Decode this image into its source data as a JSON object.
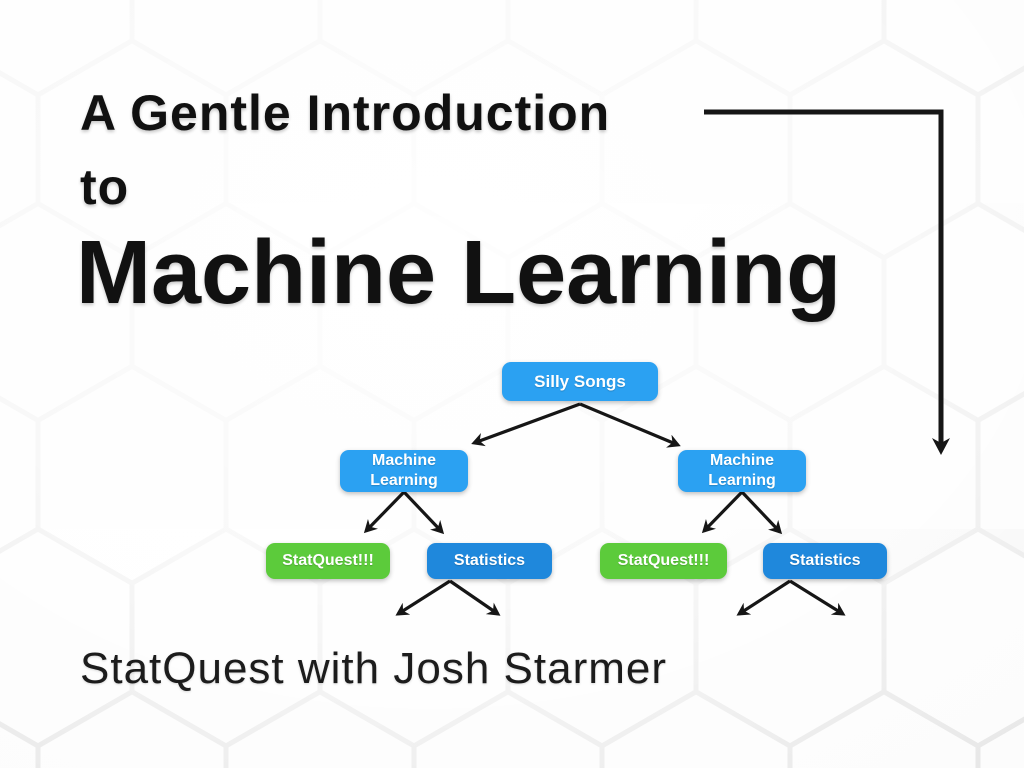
{
  "slide": {
    "title_line1": "A Gentle Introduction",
    "title_line2": "to",
    "title_line3": "Machine Learning",
    "credit": "StatQuest with Josh Starmer"
  },
  "colors": {
    "title_text": "#111111",
    "arrow": "#161616",
    "node_blue": "#2BA1F2",
    "node_blue_dark": "#1F88DC",
    "node_green": "#5CCB3B",
    "node_text": "#ffffff",
    "hexagon_line": "#e6e6e6",
    "background": "#fafafa"
  },
  "diagram": {
    "nodes": [
      {
        "id": "silly-songs",
        "label": "Silly Songs",
        "color": "#2BA1F2"
      },
      {
        "id": "machine-learning-left",
        "label": "Machine Learning",
        "color": "#2BA1F2"
      },
      {
        "id": "machine-learning-right",
        "label": "Machine Learning",
        "color": "#2BA1F2"
      },
      {
        "id": "statquest-left",
        "label": "StatQuest!!!",
        "color": "#5CCB3B"
      },
      {
        "id": "statistics-left",
        "label": "Statistics",
        "color": "#1F88DC"
      },
      {
        "id": "statquest-right",
        "label": "StatQuest!!!",
        "color": "#5CCB3B"
      },
      {
        "id": "statistics-right",
        "label": "Statistics",
        "color": "#1F88DC"
      }
    ],
    "edges": [
      {
        "from": "silly-songs",
        "to": "machine-learning-left"
      },
      {
        "from": "silly-songs",
        "to": "machine-learning-right"
      },
      {
        "from": "machine-learning-left",
        "to": "statquest-left"
      },
      {
        "from": "machine-learning-left",
        "to": "statistics-left"
      },
      {
        "from": "machine-learning-right",
        "to": "statquest-right"
      },
      {
        "from": "machine-learning-right",
        "to": "statistics-right"
      },
      {
        "from": "statistics-left",
        "to": "offscreen-bottom-left"
      },
      {
        "from": "statistics-left",
        "to": "offscreen-bottom-right"
      },
      {
        "from": "statistics-right",
        "to": "offscreen-bottom-left"
      },
      {
        "from": "statistics-right",
        "to": "offscreen-bottom-right"
      }
    ],
    "annotation_arrow": {
      "from": "title",
      "to": "machine-learning-right-subtree"
    }
  }
}
